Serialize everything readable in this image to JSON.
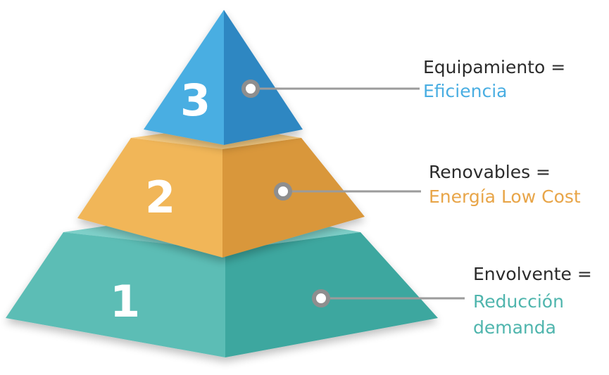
{
  "levels": [
    {
      "number": "1",
      "title": "Envolvente =",
      "subtitle_lines": [
        "Reducción",
        "demanda"
      ],
      "colors": {
        "left": "#5bbdb5",
        "right": "#3ea79f",
        "top": "#7ed0c9",
        "subtitle": "#4fb5ad"
      }
    },
    {
      "number": "2",
      "title": "Renovables =",
      "subtitle_lines": [
        "Energía Low Cost"
      ],
      "colors": {
        "left": "#f1b659",
        "right": "#d9973a",
        "top": "#f7cc82",
        "subtitle": "#e8a548"
      }
    },
    {
      "number": "3",
      "title": "Equipamiento =",
      "subtitle_lines": [
        "Eficiencia"
      ],
      "colors": {
        "left": "#4aaee2",
        "right": "#2e87c2",
        "top": "#7cc7ee",
        "subtitle": "#4aaee2"
      }
    }
  ],
  "style": {
    "title_color": "#2b2b2b",
    "number_color": "#ffffff",
    "connector_color": "#9b9b9b",
    "dot_fill": "#ffffff",
    "dot_stroke": "#8e8e8e"
  }
}
